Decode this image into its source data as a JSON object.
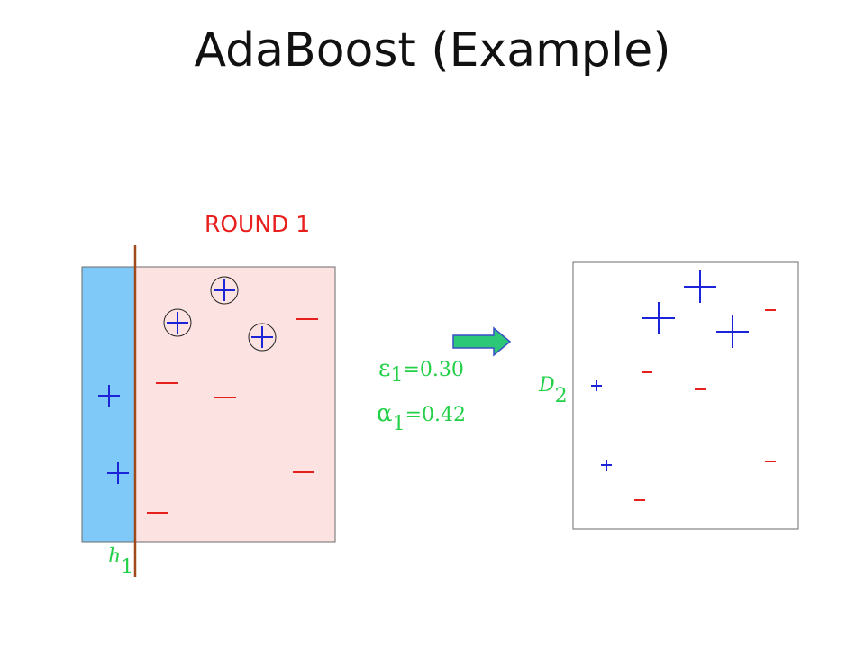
{
  "title": "AdaBoost (Example)",
  "round_label": "ROUND 1",
  "colors": {
    "positive": "#1c24d8",
    "negative": "#e8201d",
    "formula": "#22d048",
    "left_region": "#7ec9f7",
    "right_region": "#fde2e2",
    "stump_line": "#a04a1c",
    "arrow_fill": "#2dc778",
    "arrow_stroke": "#3a4fc4",
    "frame": "#6b6b6b"
  },
  "stump": {
    "symbol": "h",
    "subscript": "1"
  },
  "distribution": {
    "symbol": "D",
    "subscript": "2"
  },
  "epsilon": {
    "symbol": "ε",
    "subscript": "1",
    "value": "=0.30"
  },
  "alpha": {
    "symbol": "α",
    "subscript": "1",
    "value": "=0.42"
  },
  "arrow_icon": "right-arrow-icon",
  "round1_points": [
    {
      "label": "+",
      "misclassified": true
    },
    {
      "label": "+",
      "misclassified": true
    },
    {
      "label": "+",
      "misclassified": true
    },
    {
      "label": "-",
      "misclassified": false
    },
    {
      "label": "-",
      "misclassified": false
    },
    {
      "label": "-",
      "misclassified": false
    },
    {
      "label": "+",
      "misclassified": false
    },
    {
      "label": "+",
      "misclassified": false
    },
    {
      "label": "-",
      "misclassified": false
    },
    {
      "label": "-",
      "misclassified": false
    }
  ],
  "d2_points": [
    {
      "label": "+",
      "weight": "large"
    },
    {
      "label": "+",
      "weight": "large"
    },
    {
      "label": "+",
      "weight": "large"
    },
    {
      "label": "-",
      "weight": "small"
    },
    {
      "label": "-",
      "weight": "small"
    },
    {
      "label": "+",
      "weight": "small"
    },
    {
      "label": "-",
      "weight": "small"
    },
    {
      "label": "+",
      "weight": "small"
    },
    {
      "label": "-",
      "weight": "small"
    },
    {
      "label": "-",
      "weight": "small"
    }
  ]
}
